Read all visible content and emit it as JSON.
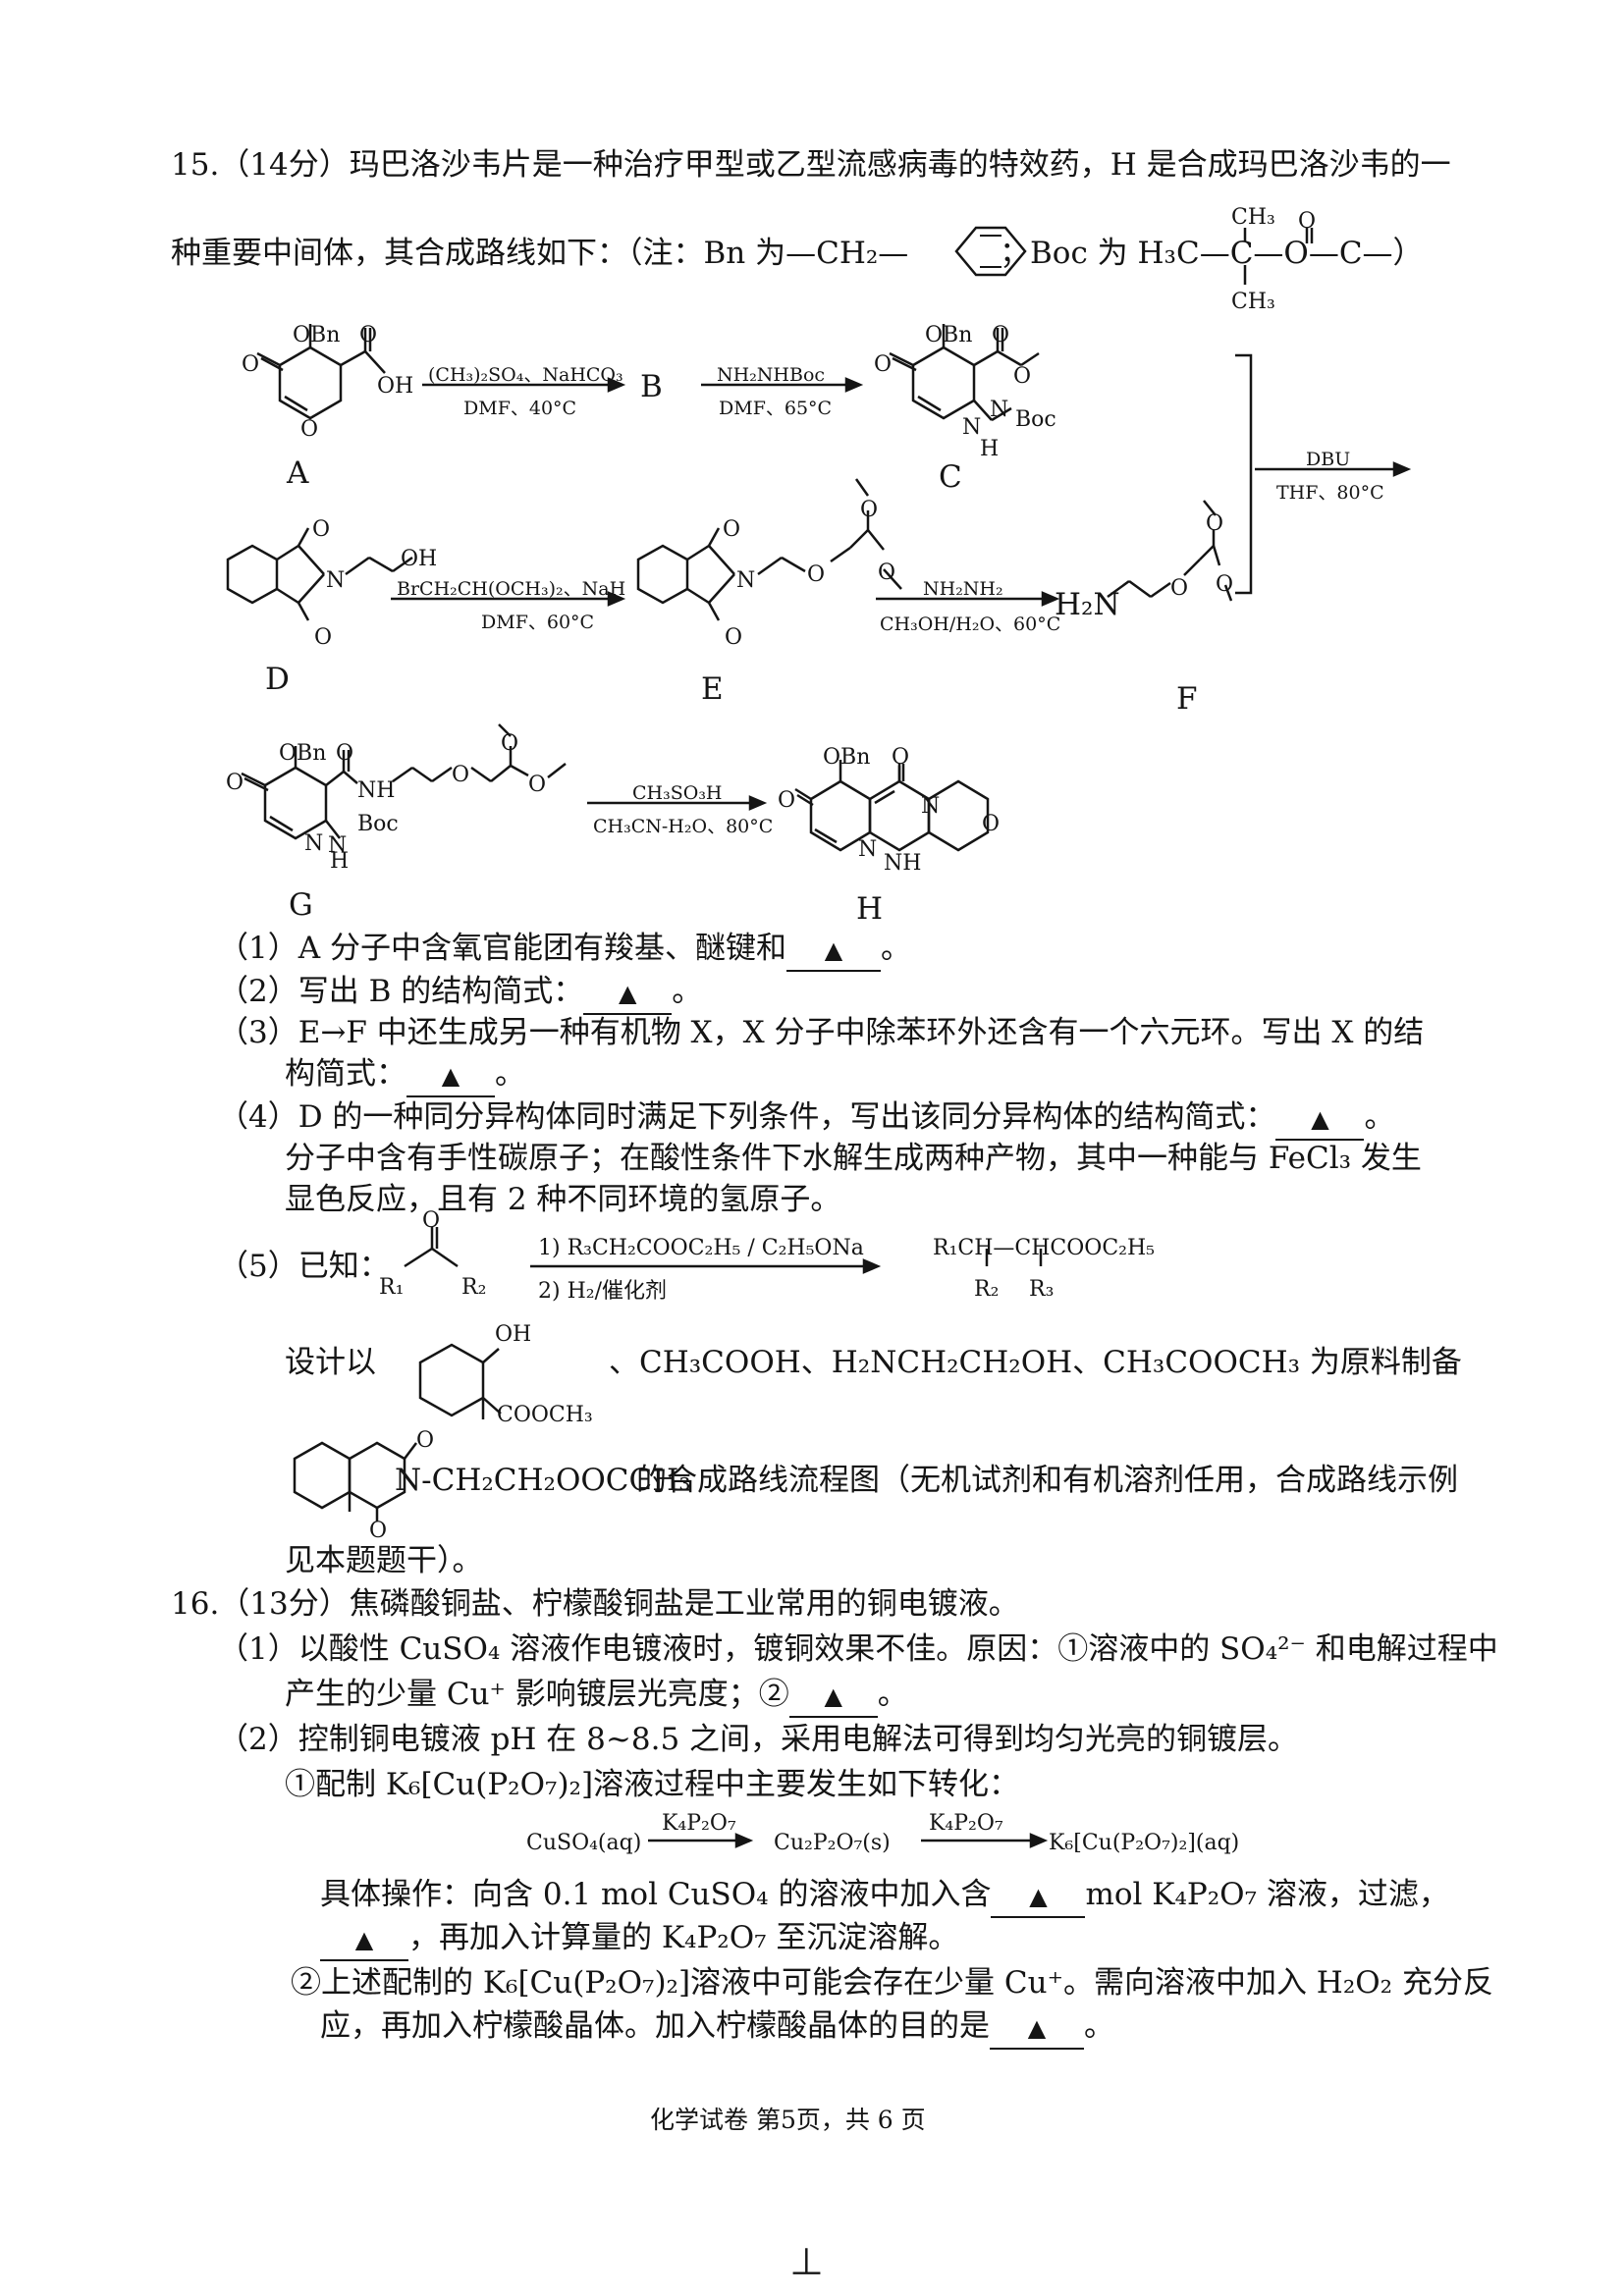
{
  "q15": {
    "line1": "15.（14分）玛巴洛沙韦片是一种治疗甲型或乙型流感病毒的特效药，H 是合成玛巴洛沙韦的一",
    "line2": "种重要中间体，其合成路线如下：（注：Bn 为—CH₂—",
    "line2_boc": "；Boc 为  H₃C—C—O—C—）",
    "boc_ch3_top": "CH₃",
    "boc_ch3_bottom": "CH₃",
    "boc_o": "O",
    "compounds": {
      "A": "A",
      "B": "B",
      "C": "C",
      "D": "D",
      "E": "E",
      "F": "F",
      "G": "G",
      "H": "H"
    },
    "reagents": {
      "a_top": "(CH₃)₂SO₄、NaHCO₃",
      "a_bottom": "DMF、40°C",
      "b_top": "NH₂NHBoc",
      "b_bottom": "DMF、65°C",
      "c_top": "DBU",
      "c_bottom": "THF、80°C",
      "d_top": "BrCH₂CH(OCH₃)₂、NaH",
      "d_bottom": "DMF、60°C",
      "e_top": "NH₂NH₂",
      "e_bottom": "CH₃OH/H₂O、60°C",
      "g_top": "CH₃SO₃H",
      "g_bottom": "CH₃CN-H₂O、80°C"
    },
    "atoms": {
      "obn": "OBn",
      "oh": "OH",
      "o": "O",
      "n": "N",
      "h": "H",
      "nh": "NH",
      "boc": "Boc",
      "h2n": "H₂N",
      "oh_d": "OH"
    },
    "sub1": "（1）A 分子中含氧官能团有羧基、醚键和",
    "sub1_end": "。",
    "sub2": "（2）写出 B 的结构简式：",
    "sub2_end": "。",
    "sub3a": "（3）E→F 中还生成另一种有机物 X，X 分子中除苯环外还含有一个六元环。写出 X 的结",
    "sub3b": "构简式：",
    "sub3_end": "。",
    "sub4a": "（4）D 的一种同分异构体同时满足下列条件，写出该同分异构体的结构简式：",
    "sub4_end": "。",
    "sub4b": "分子中含有手性碳原子；在酸性条件下水解生成两种产物，其中一种能与 FeCl₃ 发生",
    "sub4c": "显色反应，且有 2 种不同环境的氢原子。",
    "sub5_label": "（5）已知：",
    "known_top": "1) R₃CH₂COOC₂H₅ / C₂H₅ONa",
    "known_bottom": "2) H₂/催化剂",
    "known_r1": "R₁",
    "known_r2": "R₂",
    "known_o": "O",
    "known_product_top": "R₁CH—CHCOOC₂H₅",
    "known_product_r2": "R₂",
    "known_product_r3": "R₃",
    "design_prefix": "设计以",
    "design_sm_oh": "OH",
    "design_sm_cooch3": "COOCH₃",
    "design_rest": "、CH₃COOH、H₂NCH₂CH₂OH、CH₃COOCH₃ 为原料制备",
    "target_sub": "N-CH₂CH₂OOCCH₃",
    "target_o": "O",
    "target_rest": "的合成路线流程图（无机试剂和有机溶剂任用，合成路线示例",
    "design_end": "见本题题干）。"
  },
  "q16": {
    "line1": "16.（13分）焦磷酸铜盐、柠檬酸铜盐是工业常用的铜电镀液。",
    "sub1a": "（1）以酸性 CuSO₄ 溶液作电镀液时，镀铜效果不佳。原因：①溶液中的 SO₄²⁻ 和电解过程中",
    "sub1b": "产生的少量 Cu⁺ 影响镀层光亮度；②",
    "sub1_end": "。",
    "sub2a": "（2）控制铜电镀液 pH 在 8~8.5 之间，采用电解法可得到均匀光亮的铜镀层。",
    "sub2b": "①配制 K₆[Cu(P₂O₇)₂]溶液过程中主要发生如下转化：",
    "eq_left": "CuSO₄(aq)",
    "eq_arrow1": "K₄P₂O₇",
    "eq_mid": "Cu₂P₂O₇(s)",
    "eq_arrow2": "K₄P₂O₇",
    "eq_right": "K₆[Cu(P₂O₇)₂](aq)",
    "op_a": "具体操作：向含 0.1 mol CuSO₄ 的溶液中加入含",
    "op_a_end": "mol K₄P₂O₇ 溶液，过滤，",
    "op_b": "，再加入计算量的 K₄P₂O₇ 至沉淀溶解。",
    "sub2c": "②上述配制的 K₆[Cu(P₂O₇)₂]溶液中可能会存在少量 Cu⁺。需向溶液中加入 H₂O₂ 充分反",
    "sub2d": "应，再加入柠檬酸晶体。加入柠檬酸晶体的目的是",
    "sub2d_end": "。"
  },
  "blank_mark": "▲",
  "footer": "化学试卷    第5页，共 6 页",
  "bottom_mark": "丄"
}
